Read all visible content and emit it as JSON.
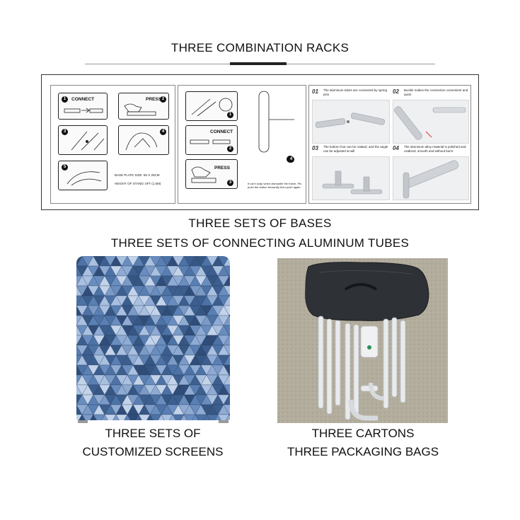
{
  "headings": {
    "racks": "THREE COMBINATION RACKS",
    "bases": "THREE SETS OF BASES",
    "tubes": "THREE SETS OF CONNECTING ALUMINUM TUBES",
    "screens_line1": "THREE SETS OF",
    "screens_line2": "CUSTOMIZED SCREENS",
    "cartons": "THREE CARTONS",
    "bags": "THREE PACKAGING BAGS"
  },
  "panel1": {
    "connect_label": "CONNECT",
    "press_label": "PRESS",
    "steps": [
      "1",
      "2",
      "3",
      "4",
      "5"
    ],
    "spec_line1": "BASE PLATE SIZE: 65 X 25CM",
    "spec_line2": "HEIGHT OF STAND: 5FT (1.5M)"
  },
  "panel2": {
    "connect_label": "CONNECT",
    "press_label": "PRESS",
    "steps": [
      "1",
      "2",
      "3",
      "4"
    ],
    "note": "If can't snap when dismantle the frame, Pls push the button forwardly then push again."
  },
  "panel3": {
    "tags": [
      "01",
      "02",
      "03",
      "04"
    ],
    "notes": [
      "The aluminum tubes are connected by spring pins",
      "Buckle makes the connection convenient and quick",
      "The bottom foot can be rotated, and the angle can be adjusted at will",
      "The aluminum alloy material is polished and oxidized, smooth and without burrs"
    ]
  }
}
